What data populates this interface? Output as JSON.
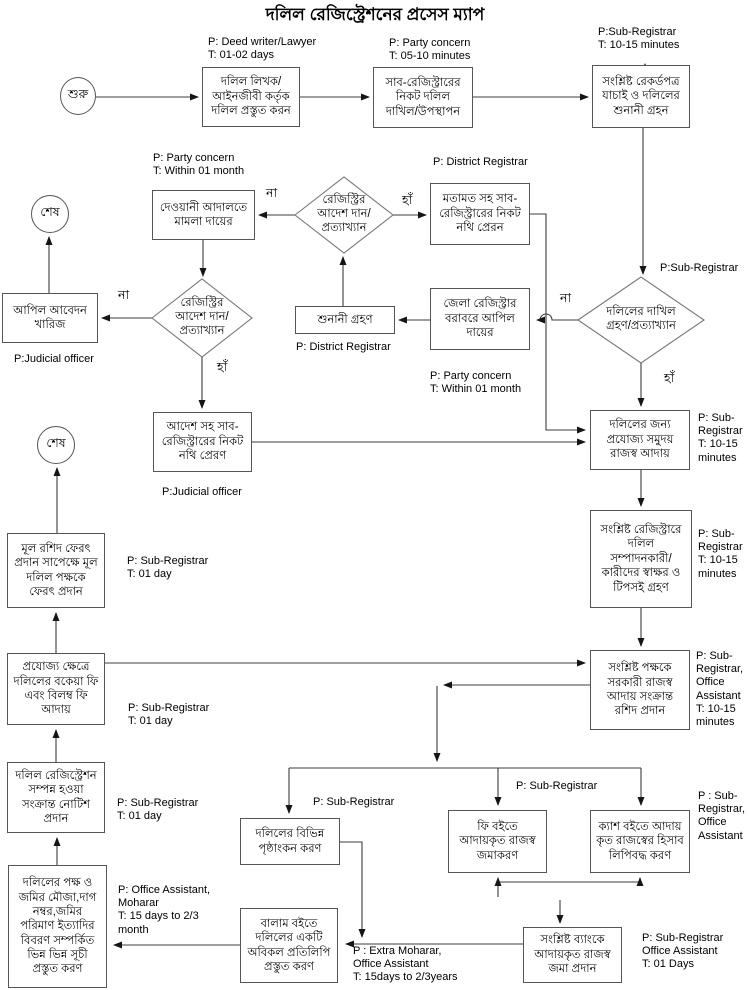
{
  "title": "দলিল রেজিস্ট্রেশনের প্রসেস ম্যাপ",
  "edge_labels": {
    "yes": "হাঁ",
    "no": "না"
  },
  "nodes": {
    "start": {
      "label": "শুরু"
    },
    "end_top": {
      "label": "শেষ"
    },
    "end_mid": {
      "label": "শেষ"
    },
    "prepare": {
      "label": "দলিল লিখক/\nআইনজীবী কর্তৃক\nদলিল প্রস্তুত করন",
      "annotation": "P: Deed writer/Lawyer\nT: 01-02 days"
    },
    "submit": {
      "label": "সাব-রেজিস্ট্রারের\nনিকট দলিল\nদাখিল/উপস্থাপন",
      "annotation": "P: Party concern\nT: 05-10 minutes"
    },
    "verify": {
      "label": "সংশ্লিষ্ট রেকর্ডপত্র\nযাচাই ও দলিলের\nশুনানী গ্রহন",
      "annotation": "P:Sub-Registrar\nT: 10-15 minutes"
    },
    "civil_suit": {
      "label": "দেওয়ানী আদালতে\nমামলা দায়ের",
      "annotation": "P: Party concern\nT: Within 01 month"
    },
    "registry_order_top": {
      "label": "রেজিস্ট্রির\nআদেশ দান/\nপ্রত্যাখ্যান"
    },
    "opinion": {
      "label": "মতামত সহ সাব-\nরেজিস্ট্রারের নিকট\nনথি প্রেরন",
      "annotation": "P: District Registrar"
    },
    "deed_accept": {
      "label": "দলিলের দাখিল\nগ্রহণ/প্রত্যাখ্যান",
      "annotation": "P:Sub-Registrar"
    },
    "hearing": {
      "label": "শুনানী গ্রহণ",
      "annotation": "P: District Registrar"
    },
    "district_appeal": {
      "label": "জেলা রেজিস্ট্রার\nবরাবরে আপিল\nদায়ের",
      "annotation": "P: Party concern\nT: Within 01 month"
    },
    "registry_order_left": {
      "label": "রেজিস্ট্রির\nআদেশ দান/\nপ্রত্যাখ্যান"
    },
    "appeal_dismissed": {
      "label": "আপিল আবেদন\nখারিজ",
      "annotation": "P:Judicial officer"
    },
    "order_sent": {
      "label": "আদেশ সহ সাব-\nরেজিস্ট্রারের নিকট\nনথি প্রেরণ",
      "annotation": "P:Judicial officer"
    },
    "revenue": {
      "label": "দলিলের জন্য\nপ্রযোজ্য সমুদয়\nরাজস্ব আদায়",
      "annotation": "P: Sub-\nRegistrar\nT: 10-15\nminutes"
    },
    "signatures": {
      "label": "সংশ্লিষ্ট রেজিস্ট্রারে\nদলিল\nসম্পাদনকারী/\nকারীদের স্বাক্ষর ও\nটিপসই গ্রহণ",
      "annotation": "P: Sub-\nRegistrar\nT: 10-15\nminutes"
    },
    "receipt": {
      "label": "সংশ্লিষ্ট পক্ষকে\nসরকারী রাজস্ব\nআদায় সংক্রান্ত\nরশিদ প্রদান",
      "annotation": "P: Sub-\nRegistrar,\nOffice\nAssistant\nT: 10-15\nminutes"
    },
    "return_deed": {
      "label": "মূল রশিদ ফেরৎ\nপ্রদান সাপেক্ষে মূল\nদলিল পক্ষকে\nফেরৎ প্রদান",
      "annotation": "P: Sub-Registrar\nT: 01 day"
    },
    "arrear_fee": {
      "label": "প্রযোজ্য ক্ষেত্রে\nদলিলের বকেয়া ফি\nএবং বিলম্ব ফি\nআদায়",
      "annotation": "P: Sub-Registrar\nT: 01 day"
    },
    "notice": {
      "label": "দলিল রেজিস্ট্রেশন\nসম্পন্ন হওয়া\nসংক্রান্ত নোটিশ\nপ্রদান",
      "annotation": "P: Sub-Registrar\nT: 01 day"
    },
    "indexes": {
      "label": "দলিলের পক্ষ ও\nজমির মৌজা,দাগ\nনম্বর,জমির\nপরিমাণ ইত্যাদির\nবিবরণ সম্পর্কিত\nভিন্ন ভিন্ন সূচী\nপ্রস্তুত করণ",
      "annotation": "P: Office Assistant,\nMoharar\nT: 15 days to 2/3\nmonth"
    },
    "endorsement": {
      "label": "দলিলের বিভিন্ন\nপৃষ্ঠাংকন করণ",
      "annotation": "P: Sub-Registrar"
    },
    "balam": {
      "label": "বালাম বইতে\nদলিলের একটি\nঅবিকল প্রতিলিপি\nপ্রস্তুত করণ",
      "annotation": "P : Extra Moharar,\nOffice Assistant\nT: 15days to 2/3years"
    },
    "fee_book": {
      "label": "ফি বইতে\nআদায়কৃত রাজস্ব\nজমাকরণ",
      "annotation": "P: Sub-Registrar"
    },
    "cash_book": {
      "label": "ক্যাশ বইতে আদায়\nকৃত রাজস্বের হিসাব\nলিপিবদ্ধ করণ",
      "annotation": "P : Sub-\nRegistrar,\nOffice\nAssistant"
    },
    "bank": {
      "label": "সংশ্লিষ্ট ব্যাংকে\nআদায়কৃত রাজস্ব\nজমা প্রদান",
      "annotation": "P: Sub-Registrar\nOffice Assistant\nT: 01 Days"
    }
  }
}
